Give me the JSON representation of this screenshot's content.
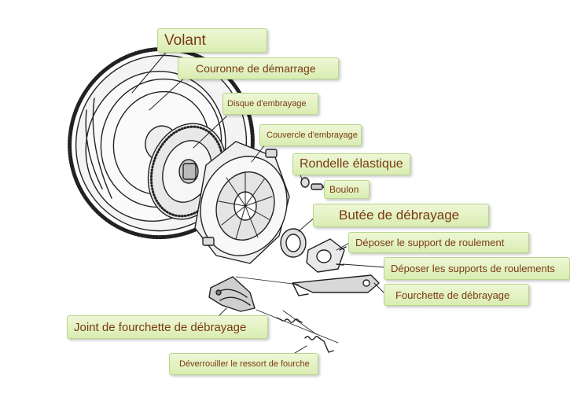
{
  "labels": {
    "volant": "Volant",
    "couronne": "Couronne de démarrage",
    "disque": "Disque d'embrayage",
    "couvercle": "Couvercle d'embrayage",
    "rondelle": "Rondelle élastique",
    "boulon": "Boulon",
    "butee": "Butée de débrayage",
    "support": "Déposer le support de roulement",
    "supports": "Déposer les supports de roulements",
    "fourchette": "Fourchette de débrayage",
    "joint": "Joint de fourchette de débrayage",
    "ressort": "Déverrouiller le ressort de fourche"
  },
  "colors": {
    "label_text": "#7a3a12",
    "label_fill": "#e6f3c6",
    "label_border": "#b8d68a",
    "line_art": "#222222"
  }
}
